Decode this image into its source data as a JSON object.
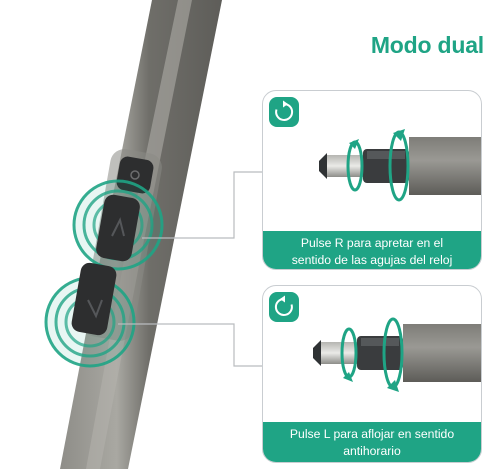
{
  "title": "Modo dual",
  "panels": [
    {
      "icon": "clockwise-rotate-icon",
      "caption_line1": "Pulse R para apretar en el",
      "caption_line2": "sentido de las agujas del reloj"
    },
    {
      "icon": "counterclockwise-rotate-icon",
      "caption_line1": "Pulse L para aflojar en sentido",
      "caption_line2": "antihorario"
    }
  ],
  "colors": {
    "accent": "#1fa485",
    "pen_body": "#74736f",
    "pen_edge": "#9a9993",
    "button": "#2d2e2f"
  }
}
